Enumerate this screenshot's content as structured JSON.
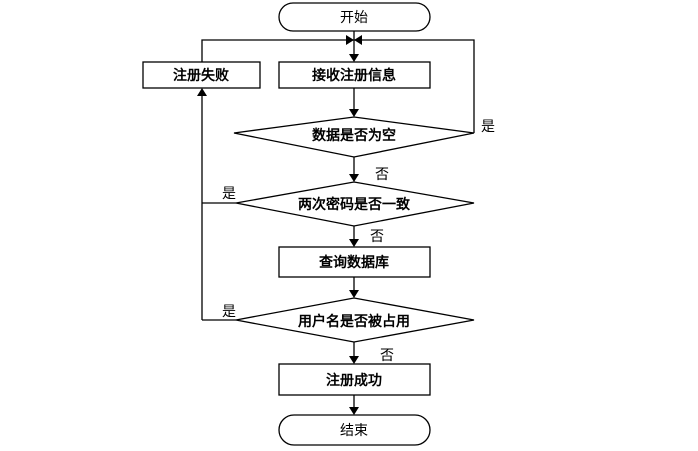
{
  "flowchart": {
    "start": "开始",
    "receive": "接收注册信息",
    "fail": "注册失败",
    "check_empty": "数据是否为空",
    "check_password": "两次密码是否一致",
    "query_db": "查询数据库",
    "check_username": "用户名是否被占用",
    "success": "注册成功",
    "end": "结束"
  },
  "edge_labels": {
    "empty_yes": "是",
    "empty_no": "否",
    "password_yes": "是",
    "password_no": "否",
    "username_yes": "是",
    "username_no": "否"
  },
  "colors": {
    "stroke": "#000000",
    "fill": "#ffffff"
  }
}
